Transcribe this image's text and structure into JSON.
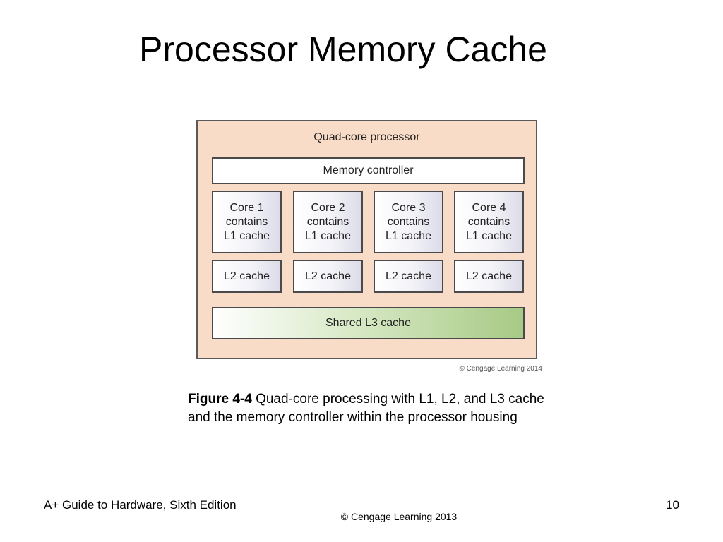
{
  "slide": {
    "title": "Processor Memory Cache"
  },
  "figure": {
    "heading": "Quad-core processor",
    "memory_controller": "Memory controller",
    "cores": [
      {
        "label": "Core 1\ncontains\nL1 cache"
      },
      {
        "label": "Core 2\ncontains\nL1 cache"
      },
      {
        "label": "Core 3\ncontains\nL1 cache"
      },
      {
        "label": "Core 4\ncontains\nL1 cache"
      }
    ],
    "l2_caches": [
      {
        "label": "L2 cache"
      },
      {
        "label": "L2 cache"
      },
      {
        "label": "L2 cache"
      },
      {
        "label": "L2 cache"
      }
    ],
    "l3_cache": "Shared L3 cache",
    "copyright": "© Cengage Learning 2014"
  },
  "caption": {
    "figure_label": "Figure 4-4",
    "text": " Quad-core processing with L1, L2, and L3 cache and the memory controller within the processor housing"
  },
  "footer": {
    "book_title": "A+ Guide to Hardware, Sixth Edition",
    "copyright": "© Cengage Learning  2013",
    "page_number": "10"
  },
  "colors": {
    "figure_background": "#f9dcc8",
    "l3_gradient_end": "#a7ca85",
    "core_gradient_end": "#dcdbe8"
  }
}
